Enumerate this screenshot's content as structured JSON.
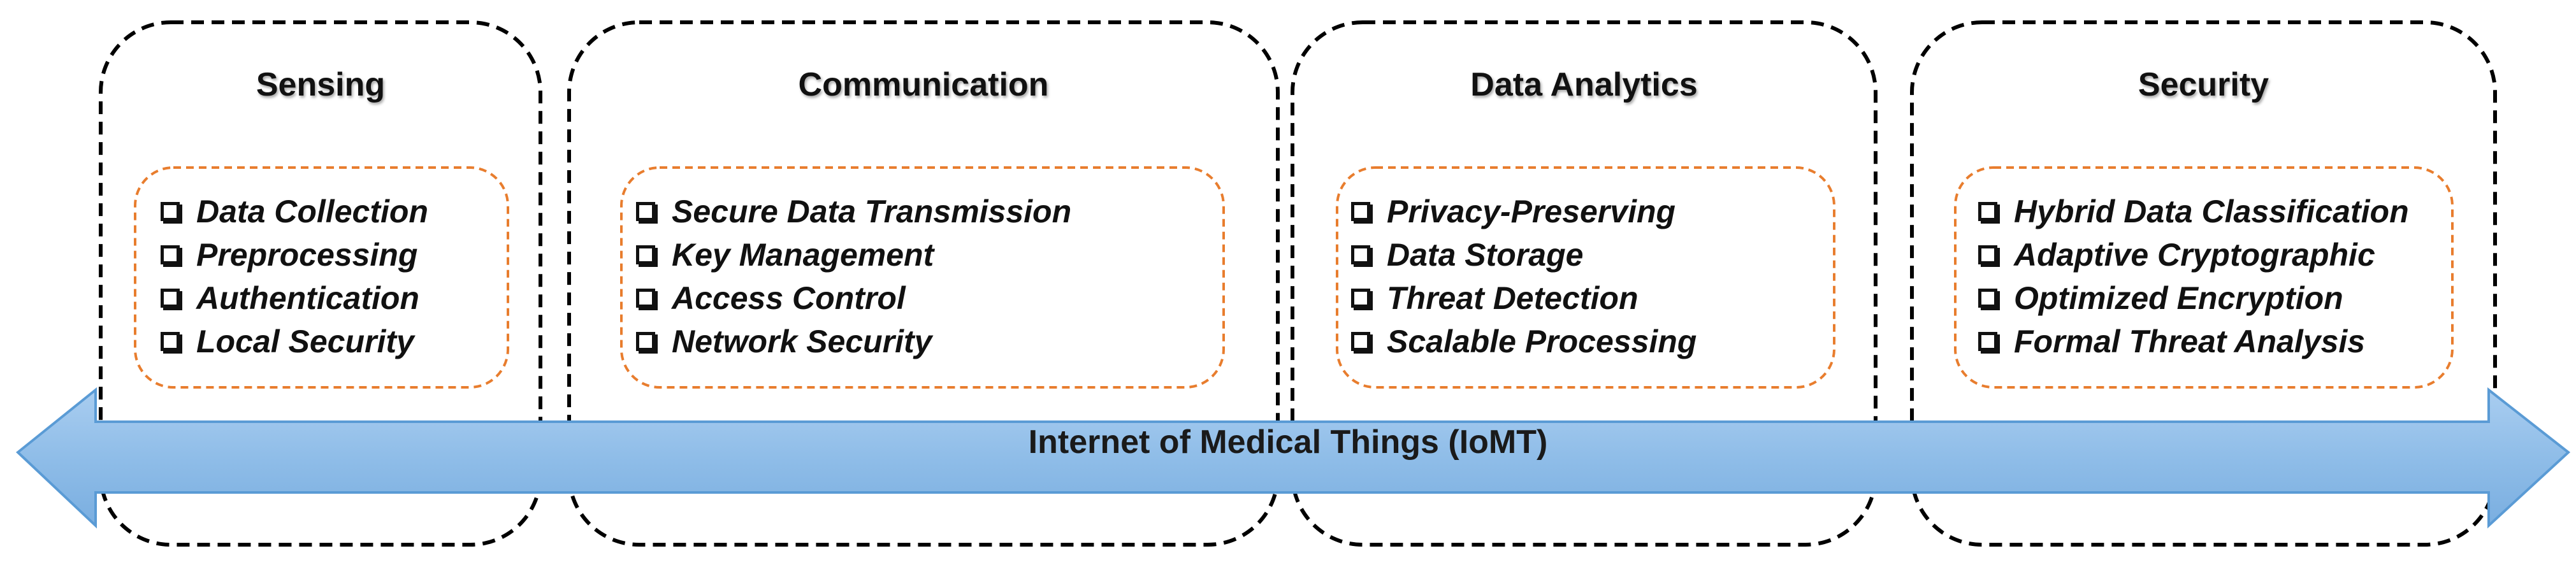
{
  "banner": {
    "label": "Internet of Medical Things (IoMT)",
    "fill": "#8fbde8",
    "stroke": "#5a9bd5"
  },
  "colors": {
    "outer_border": "#000000",
    "inner_border": "#e87d2e"
  },
  "groups": [
    {
      "title": "Sensing",
      "items": [
        "Data Collection",
        "Preprocessing",
        "Authentication",
        "Local Security"
      ]
    },
    {
      "title": "Communication",
      "items": [
        "Secure Data Transmission",
        "Key Management",
        "Access Control",
        "Network Security"
      ]
    },
    {
      "title": "Data Analytics",
      "items": [
        "Privacy-Preserving",
        "Data Storage",
        "Threat Detection",
        "Scalable Processing"
      ]
    },
    {
      "title": "Security",
      "items": [
        "Hybrid Data Classification",
        "Adaptive Cryptographic",
        "Optimized Encryption",
        "Formal Threat Analysis"
      ]
    }
  ]
}
